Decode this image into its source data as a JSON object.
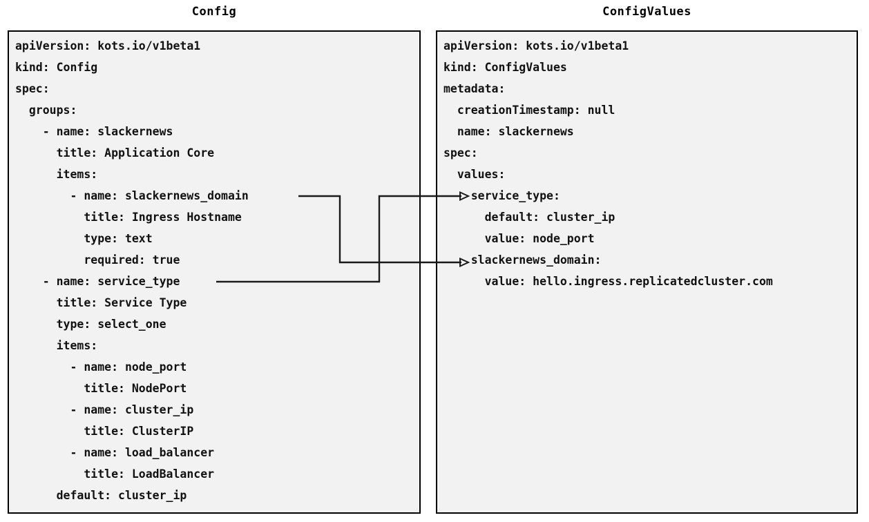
{
  "panels": {
    "config": {
      "title": "Config",
      "background": "#f2f2f2",
      "border_color": "#000000",
      "text": "apiVersion: kots.io/v1beta1\nkind: Config\nspec:\n  groups:\n    - name: slackernews\n      title: Application Core\n      items:\n        - name: slackernews_domain\n          title: Ingress Hostname\n          type: text\n          required: true\n    - name: service_type\n      title: Service Type\n      type: select_one\n      items:\n        - name: node_port\n          title: NodePort\n        - name: cluster_ip\n          title: ClusterIP\n        - name: load_balancer\n          title: LoadBalancer\n      default: cluster_ip",
      "lines": [
        "apiVersion: kots.io/v1beta1",
        "kind: Config",
        "spec:",
        "  groups:",
        "    - name: slackernews",
        "      title: Application Core",
        "      items:",
        "        - name: slackernews_domain",
        "          title: Ingress Hostname",
        "          type: text",
        "          required: true",
        "    - name: service_type",
        "      title: Service Type",
        "      type: select_one",
        "      items:",
        "        - name: node_port",
        "          title: NodePort",
        "        - name: cluster_ip",
        "          title: ClusterIP",
        "        - name: load_balancer",
        "          title: LoadBalancer",
        "      default: cluster_ip"
      ]
    },
    "config_values": {
      "title": "ConfigValues",
      "background": "#f2f2f2",
      "border_color": "#000000",
      "text": "apiVersion: kots.io/v1beta1\nkind: ConfigValues\nmetadata:\n  creationTimestamp: null\n  name: slackernews\nspec:\n  values:\n    service_type:\n      default: cluster_ip\n      value: node_port\n    slackernews_domain:\n      value: hello.ingress.replicatedcluster.com",
      "lines": [
        "apiVersion: kots.io/v1beta1",
        "kind: ConfigValues",
        "metadata:",
        "  creationTimestamp: null",
        "  name: slackernews",
        "spec:",
        "  values:",
        "    service_type:",
        "      default: cluster_ip",
        "      value: node_port",
        "    slackernews_domain:",
        "      value: hello.ingress.replicatedcluster.com"
      ]
    }
  },
  "connectors": {
    "stroke_color": "#1a1a1a",
    "edges": [
      {
        "id": "slackernews_domain-edge",
        "from": "Config: slackernews_domain",
        "to": "ConfigValues: slackernews_domain:",
        "arrowhead": "open-triangle"
      },
      {
        "id": "service_type-edge",
        "from": "Config: service_type",
        "to": "ConfigValues: service_type:",
        "arrowhead": "open-triangle"
      }
    ]
  }
}
